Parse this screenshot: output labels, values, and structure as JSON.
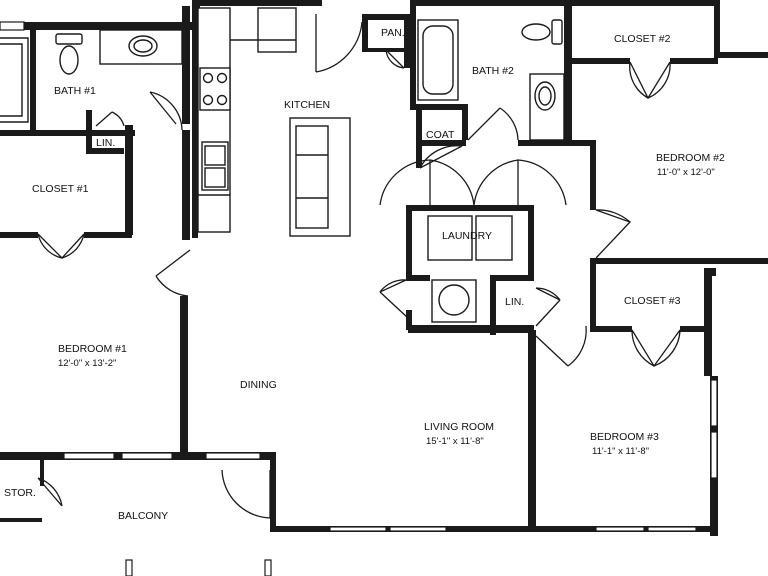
{
  "rooms": {
    "bath1": {
      "label": "BATH #1"
    },
    "lin1": {
      "label": "LIN."
    },
    "closet1": {
      "label": "CLOSET #1"
    },
    "bedroom1": {
      "label": "BEDROOM #1",
      "dims": "12'-0\" x 13'-2\""
    },
    "kitchen": {
      "label": "KITCHEN"
    },
    "pan": {
      "label": "PAN."
    },
    "dining": {
      "label": "DINING"
    },
    "bath2": {
      "label": "BATH #2"
    },
    "coat": {
      "label": "COAT"
    },
    "laundry": {
      "label": "LAUNDRY"
    },
    "lin2": {
      "label": "LIN."
    },
    "closet2": {
      "label": "CLOSET #2"
    },
    "bedroom2": {
      "label": "BEDROOM #2",
      "dims": "11'-0\" x 12'-0\""
    },
    "closet3": {
      "label": "CLOSET #3"
    },
    "bedroom3": {
      "label": "BEDROOM #3",
      "dims": "11'-1\" x 11'-8\""
    },
    "living": {
      "label": "LIVING ROOM",
      "dims": "15'-1\" x 11'-8\""
    },
    "stor": {
      "label": "STOR."
    },
    "balcony": {
      "label": "BALCONY"
    }
  }
}
